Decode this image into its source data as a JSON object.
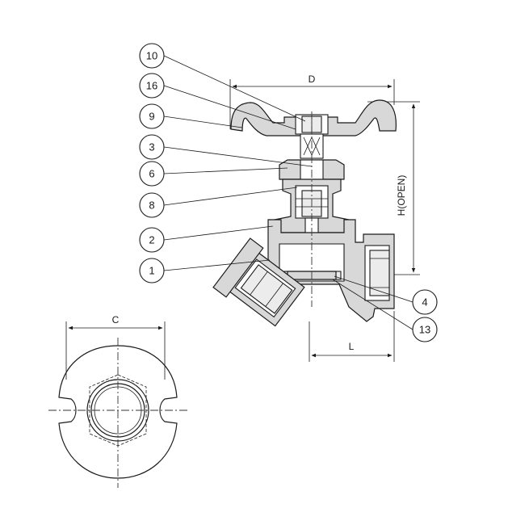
{
  "diagram": {
    "dimensions": {
      "top_width": "D",
      "open_height": "H(OPEN)",
      "port_length": "L",
      "flat_width": "C"
    },
    "part_callouts": [
      {
        "id": "callout-10",
        "number": "10"
      },
      {
        "id": "callout-16",
        "number": "16"
      },
      {
        "id": "callout-9",
        "number": "9"
      },
      {
        "id": "callout-3",
        "number": "3"
      },
      {
        "id": "callout-6",
        "number": "6"
      },
      {
        "id": "callout-8",
        "number": "8"
      },
      {
        "id": "callout-2",
        "number": "2"
      },
      {
        "id": "callout-1",
        "number": "1"
      },
      {
        "id": "callout-4",
        "number": "4"
      },
      {
        "id": "callout-13",
        "number": "13"
      }
    ]
  }
}
